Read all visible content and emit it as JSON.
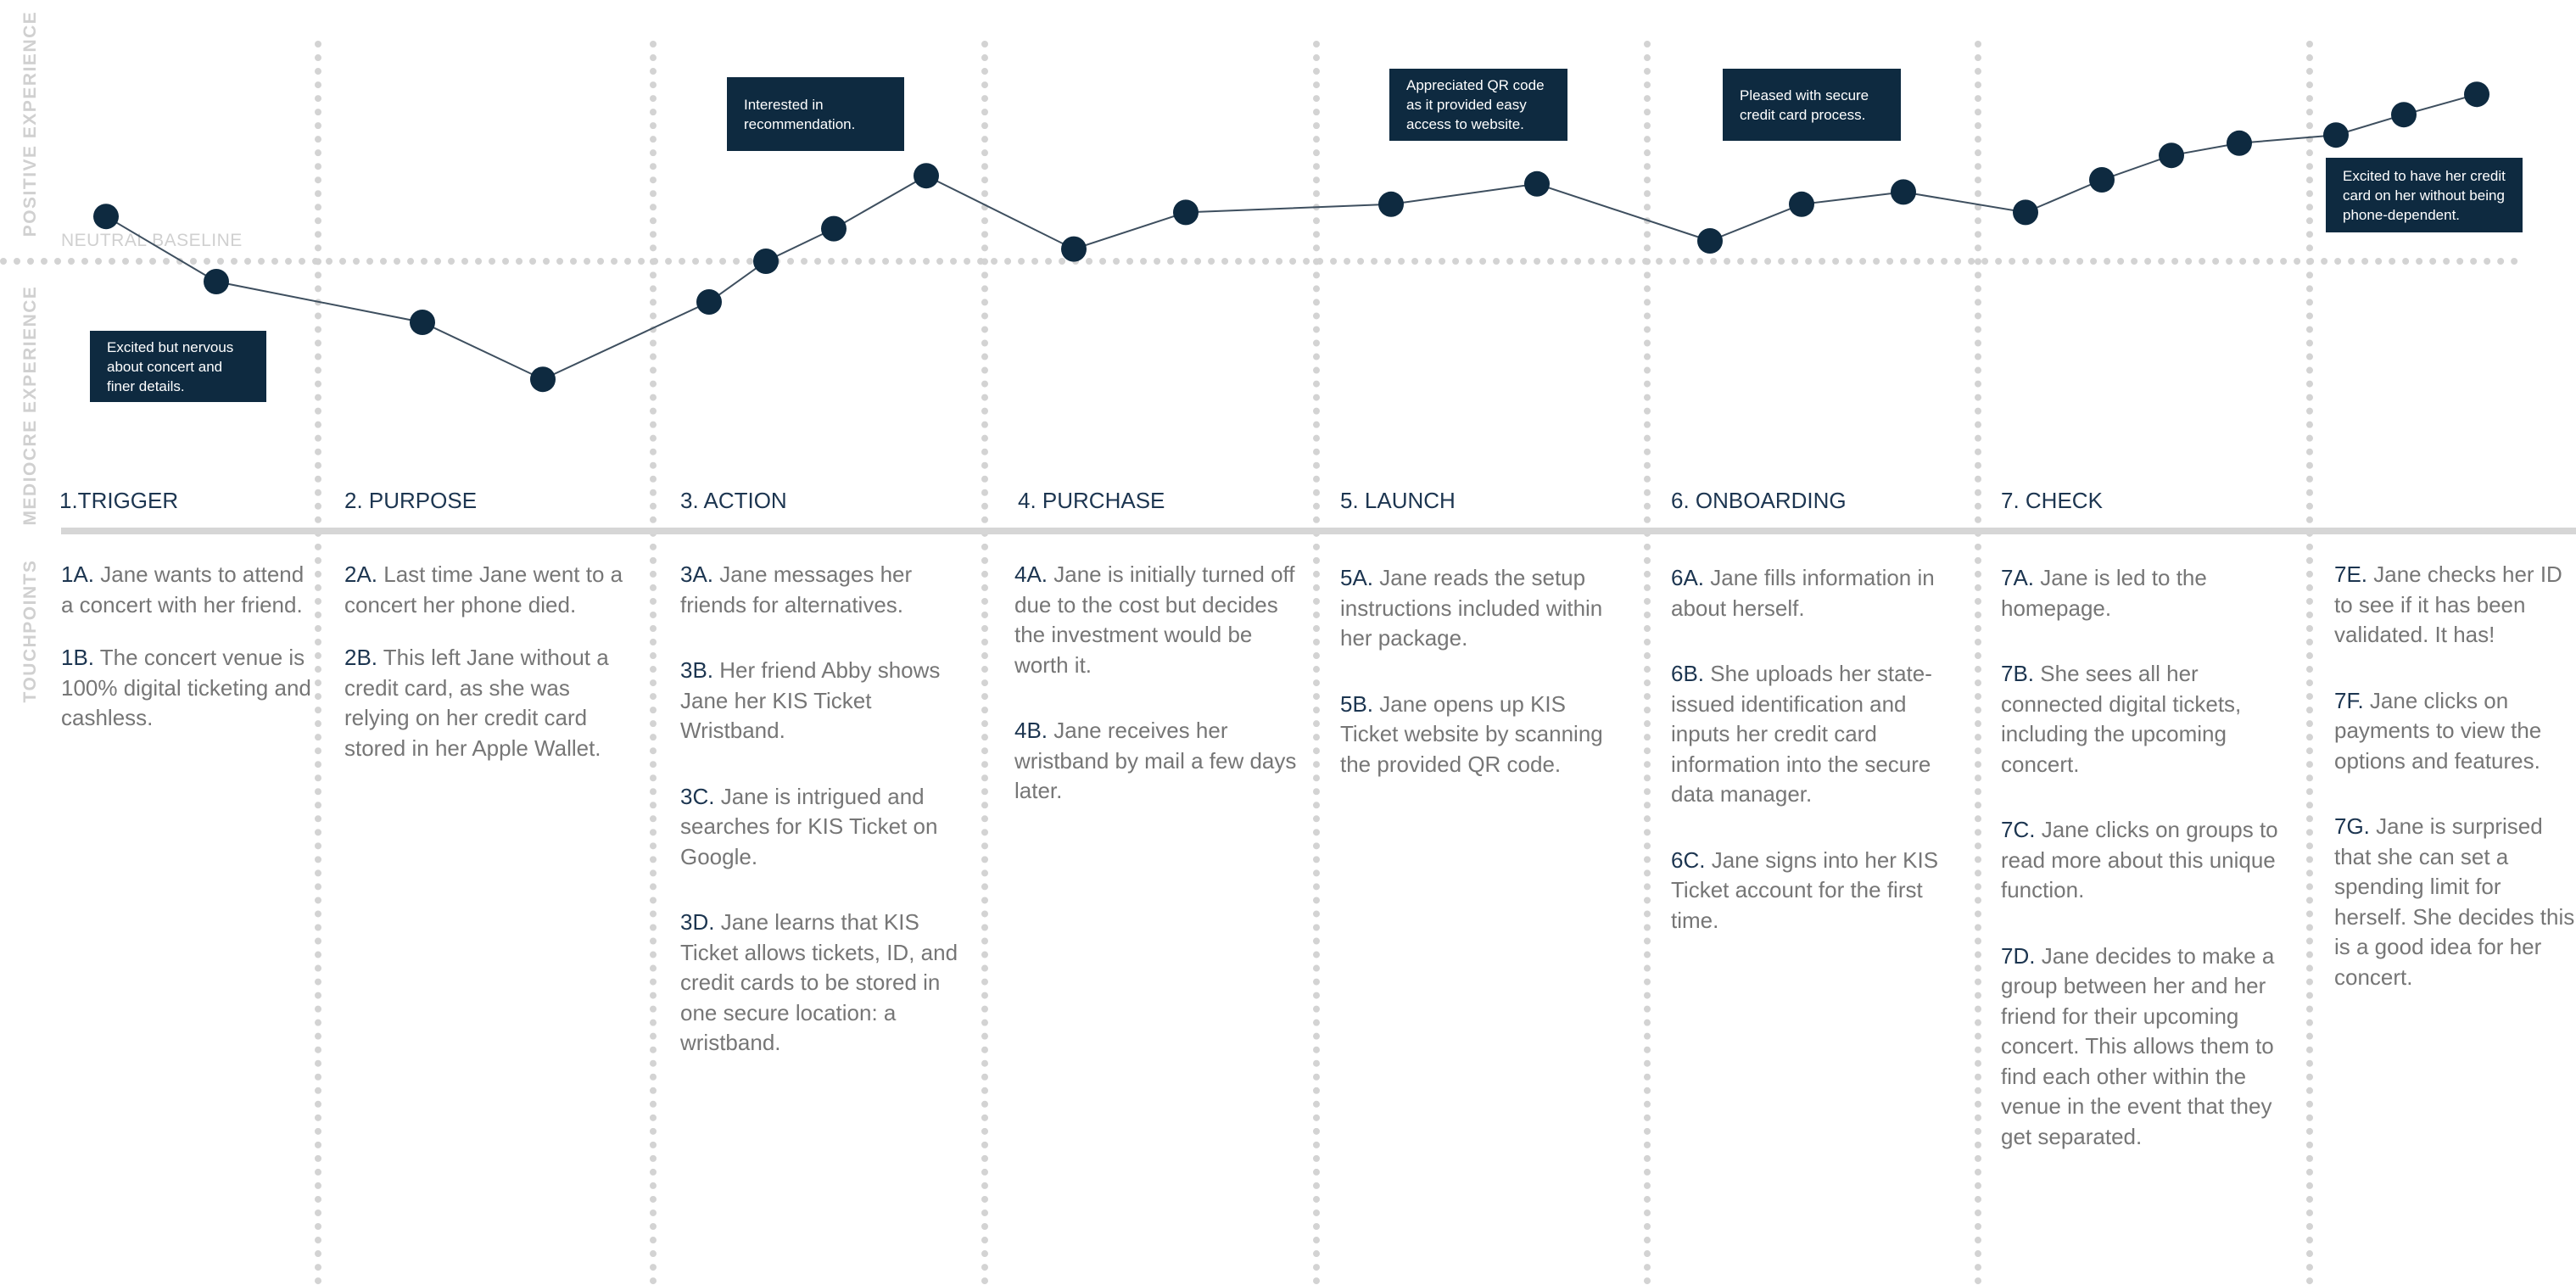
{
  "side_labels": {
    "positive": "POSITIVE EXPERIENCE",
    "mediocre": "MEDIOCRE EXPERIENCE",
    "touchpoints": "TOUCHPOINTS"
  },
  "neutral_baseline_label": "NEUTRAL BASELINE",
  "stages": [
    {
      "title": "1.TRIGGER"
    },
    {
      "title": "2. PURPOSE"
    },
    {
      "title": "3. ACTION"
    },
    {
      "title": "4. PURCHASE"
    },
    {
      "title": "5. LAUNCH"
    },
    {
      "title": "6. ONBOARDING"
    },
    {
      "title": "7. CHECK"
    }
  ],
  "chart_data": {
    "type": "line",
    "points": [
      {
        "step": "1A",
        "sentiment": 0.55
      },
      {
        "step": "1B",
        "sentiment": -0.25
      },
      {
        "step": "2A",
        "sentiment": -0.75
      },
      {
        "step": "2B",
        "sentiment": -1.45
      },
      {
        "step": "3A",
        "sentiment": -0.5
      },
      {
        "step": "3B",
        "sentiment": 0.0
      },
      {
        "step": "3C",
        "sentiment": 0.4
      },
      {
        "step": "3D",
        "sentiment": 1.05
      },
      {
        "step": "4A",
        "sentiment": 0.15
      },
      {
        "step": "4B",
        "sentiment": 0.6
      },
      {
        "step": "5A",
        "sentiment": 0.7
      },
      {
        "step": "5B",
        "sentiment": 0.95
      },
      {
        "step": "6A",
        "sentiment": 0.25
      },
      {
        "step": "6B",
        "sentiment": 0.7
      },
      {
        "step": "6C",
        "sentiment": 0.85
      },
      {
        "step": "7A",
        "sentiment": 0.6
      },
      {
        "step": "7B",
        "sentiment": 1.0
      },
      {
        "step": "7C",
        "sentiment": 1.3
      },
      {
        "step": "7D",
        "sentiment": 1.45
      },
      {
        "step": "7E",
        "sentiment": 1.55
      },
      {
        "step": "7F",
        "sentiment": 1.8
      },
      {
        "step": "7G",
        "sentiment": 2.05
      }
    ],
    "colors": {
      "line": "#3e4f5f",
      "marker": "#0e2a40"
    }
  },
  "callouts": [
    {
      "text": "Excited but nervous\nabout concert and\nfiner details."
    },
    {
      "text": "Interested in\nrecommendation."
    },
    {
      "text": "Appreciated QR code\nas it provided easy\naccess to website."
    },
    {
      "text": "Pleased with secure\ncredit card process."
    },
    {
      "text": "Excited to have her credit\ncard on her without being\nphone-dependent."
    }
  ],
  "touchpoints": [
    [
      {
        "code": "1A.",
        "text": "Jane wants to attend a concert with her friend."
      },
      {
        "code": "1B.",
        "text": "The concert venue is 100% digital ticketing and cashless."
      }
    ],
    [
      {
        "code": "2A.",
        "text": "Last time Jane went to a concert her phone died."
      },
      {
        "code": "2B.",
        "text": "This left Jane without a credit card, as she was relying on her credit card stored in her Apple Wallet."
      }
    ],
    [
      {
        "code": "3A.",
        "text": "Jane messages her friends for alternatives."
      },
      {
        "code": "3B.",
        "text": "Her friend Abby shows Jane her KIS Ticket Wristband."
      },
      {
        "code": "3C.",
        "text": "Jane is intrigued and searches for KIS Ticket on Google."
      },
      {
        "code": "3D.",
        "text": "Jane learns that KIS Ticket allows tickets, ID, and credit cards to be stored in one secure location: a wristband."
      }
    ],
    [
      {
        "code": "4A.",
        "text": "Jane is initially turned off due to the cost but decides the investment would be worth it."
      },
      {
        "code": "4B.",
        "text": "Jane receives her wristband by mail a few days later."
      }
    ],
    [
      {
        "code": "5A.",
        "text": "Jane reads the setup instructions included within her package."
      },
      {
        "code": "5B.",
        "text": "Jane opens up KIS Ticket website by scanning the provided QR code."
      }
    ],
    [
      {
        "code": "6A.",
        "text": "Jane fills information in about herself."
      },
      {
        "code": "6B.",
        "text": "She uploads her state-issued identification and inputs her credit card information into the secure data manager."
      },
      {
        "code": "6C.",
        "text": "Jane signs into her KIS Ticket account for the first time."
      }
    ],
    [
      {
        "code": "7A.",
        "text": "Jane is led to the homepage."
      },
      {
        "code": "7B.",
        "text": "She sees all her connected digital tickets, including the upcoming concert."
      },
      {
        "code": "7C.",
        "text": "Jane clicks on groups to read more about this unique function."
      },
      {
        "code": "7D.",
        "text": "Jane decides to make a group between her and her friend for their upcoming concert. This allows them to find each other within the venue in the event that they get separated."
      }
    ],
    [
      {
        "code": "7E.",
        "text": "Jane checks her ID to see if it has been validated. It has!"
      },
      {
        "code": "7F.",
        "text": "Jane clicks on payments to view the options and features."
      },
      {
        "code": "7G.",
        "text": "Jane is surprised that she can set a spending limit for herself. She decides this is a good idea for her concert."
      }
    ]
  ]
}
